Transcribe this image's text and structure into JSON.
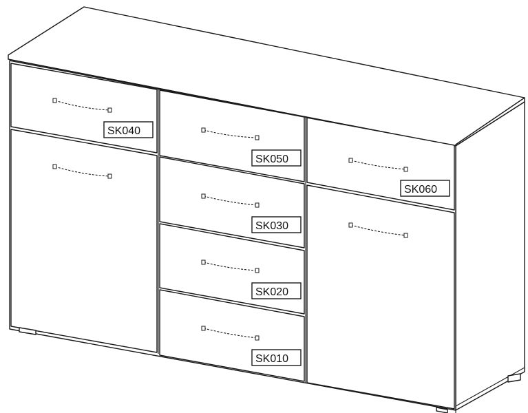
{
  "labels": {
    "sk040": "SK040",
    "sk050": "SK050",
    "sk060": "SK060",
    "sk030": "SK030",
    "sk020": "SK020",
    "sk010": "SK010"
  },
  "colors": {
    "line": "#1a1a1a",
    "background": "#ffffff"
  }
}
